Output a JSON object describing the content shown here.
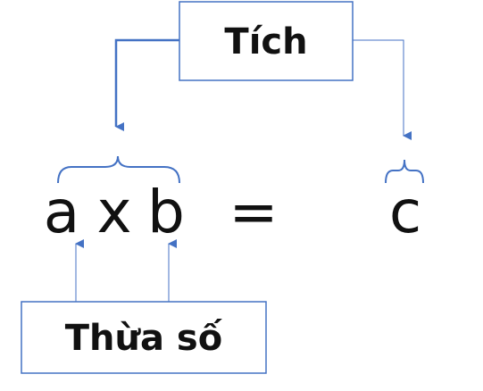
{
  "boxes": {
    "product_label": "Tích",
    "factors_label": "Thừa số"
  },
  "formula": {
    "factor_a": "a",
    "operator_multiply": "x",
    "factor_b": "b",
    "operator_equals": "=",
    "product_c": "c"
  },
  "colors": {
    "line": "#4472c4",
    "box_border": "#4472c4",
    "text": "#111111"
  }
}
